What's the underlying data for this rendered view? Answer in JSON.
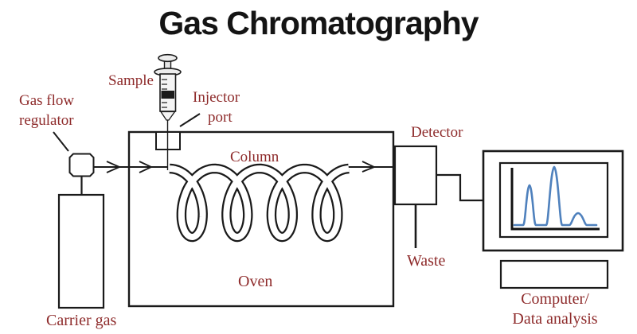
{
  "title": "Gas Chromatography",
  "colors": {
    "label_text": "#8e2b2b",
    "line_art": "#1a1a1a",
    "chromatogram_trace": "#4f81bd"
  },
  "labels": {
    "sample": "Sample",
    "gas_flow_line1": "Gas flow",
    "gas_flow_line2": "regulator",
    "injector_line1": "Injector",
    "injector_line2": "port",
    "column": "Column",
    "oven": "Oven",
    "carrier_gas": "Carrier gas",
    "detector": "Detector",
    "waste": "Waste",
    "computer_line1": "Computer/",
    "computer_line2": "Data analysis"
  },
  "monitor_chart": {
    "type": "line",
    "description": "chromatogram trace on computer screen, three peaks on a flat baseline",
    "peaks": [
      {
        "order": 1,
        "rel_height": 0.69,
        "width": "narrow"
      },
      {
        "order": 2,
        "rel_height": 1.0,
        "width": "narrow"
      },
      {
        "order": 3,
        "rel_height": 0.2,
        "width": "broad"
      }
    ],
    "axes": "black L-shaped x/y axes, no ticks, no labels",
    "trace_color": "#4f81bd"
  }
}
